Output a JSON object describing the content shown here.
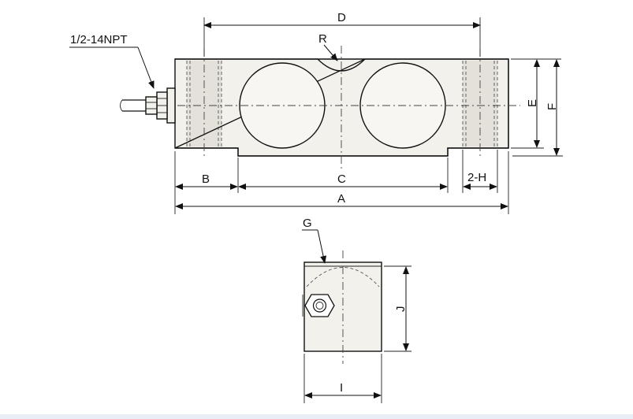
{
  "labels": {
    "thread": "1/2-14NPT",
    "D": "D",
    "R": "R",
    "E": "E",
    "F": "F",
    "B": "B",
    "C": "C",
    "two_h": "2-H",
    "A": "A",
    "G": "G",
    "J": "J",
    "I": "I"
  },
  "colors": {
    "line": "#111111",
    "body_fill": "#f3f1ec",
    "shade": "#e4e1da"
  }
}
